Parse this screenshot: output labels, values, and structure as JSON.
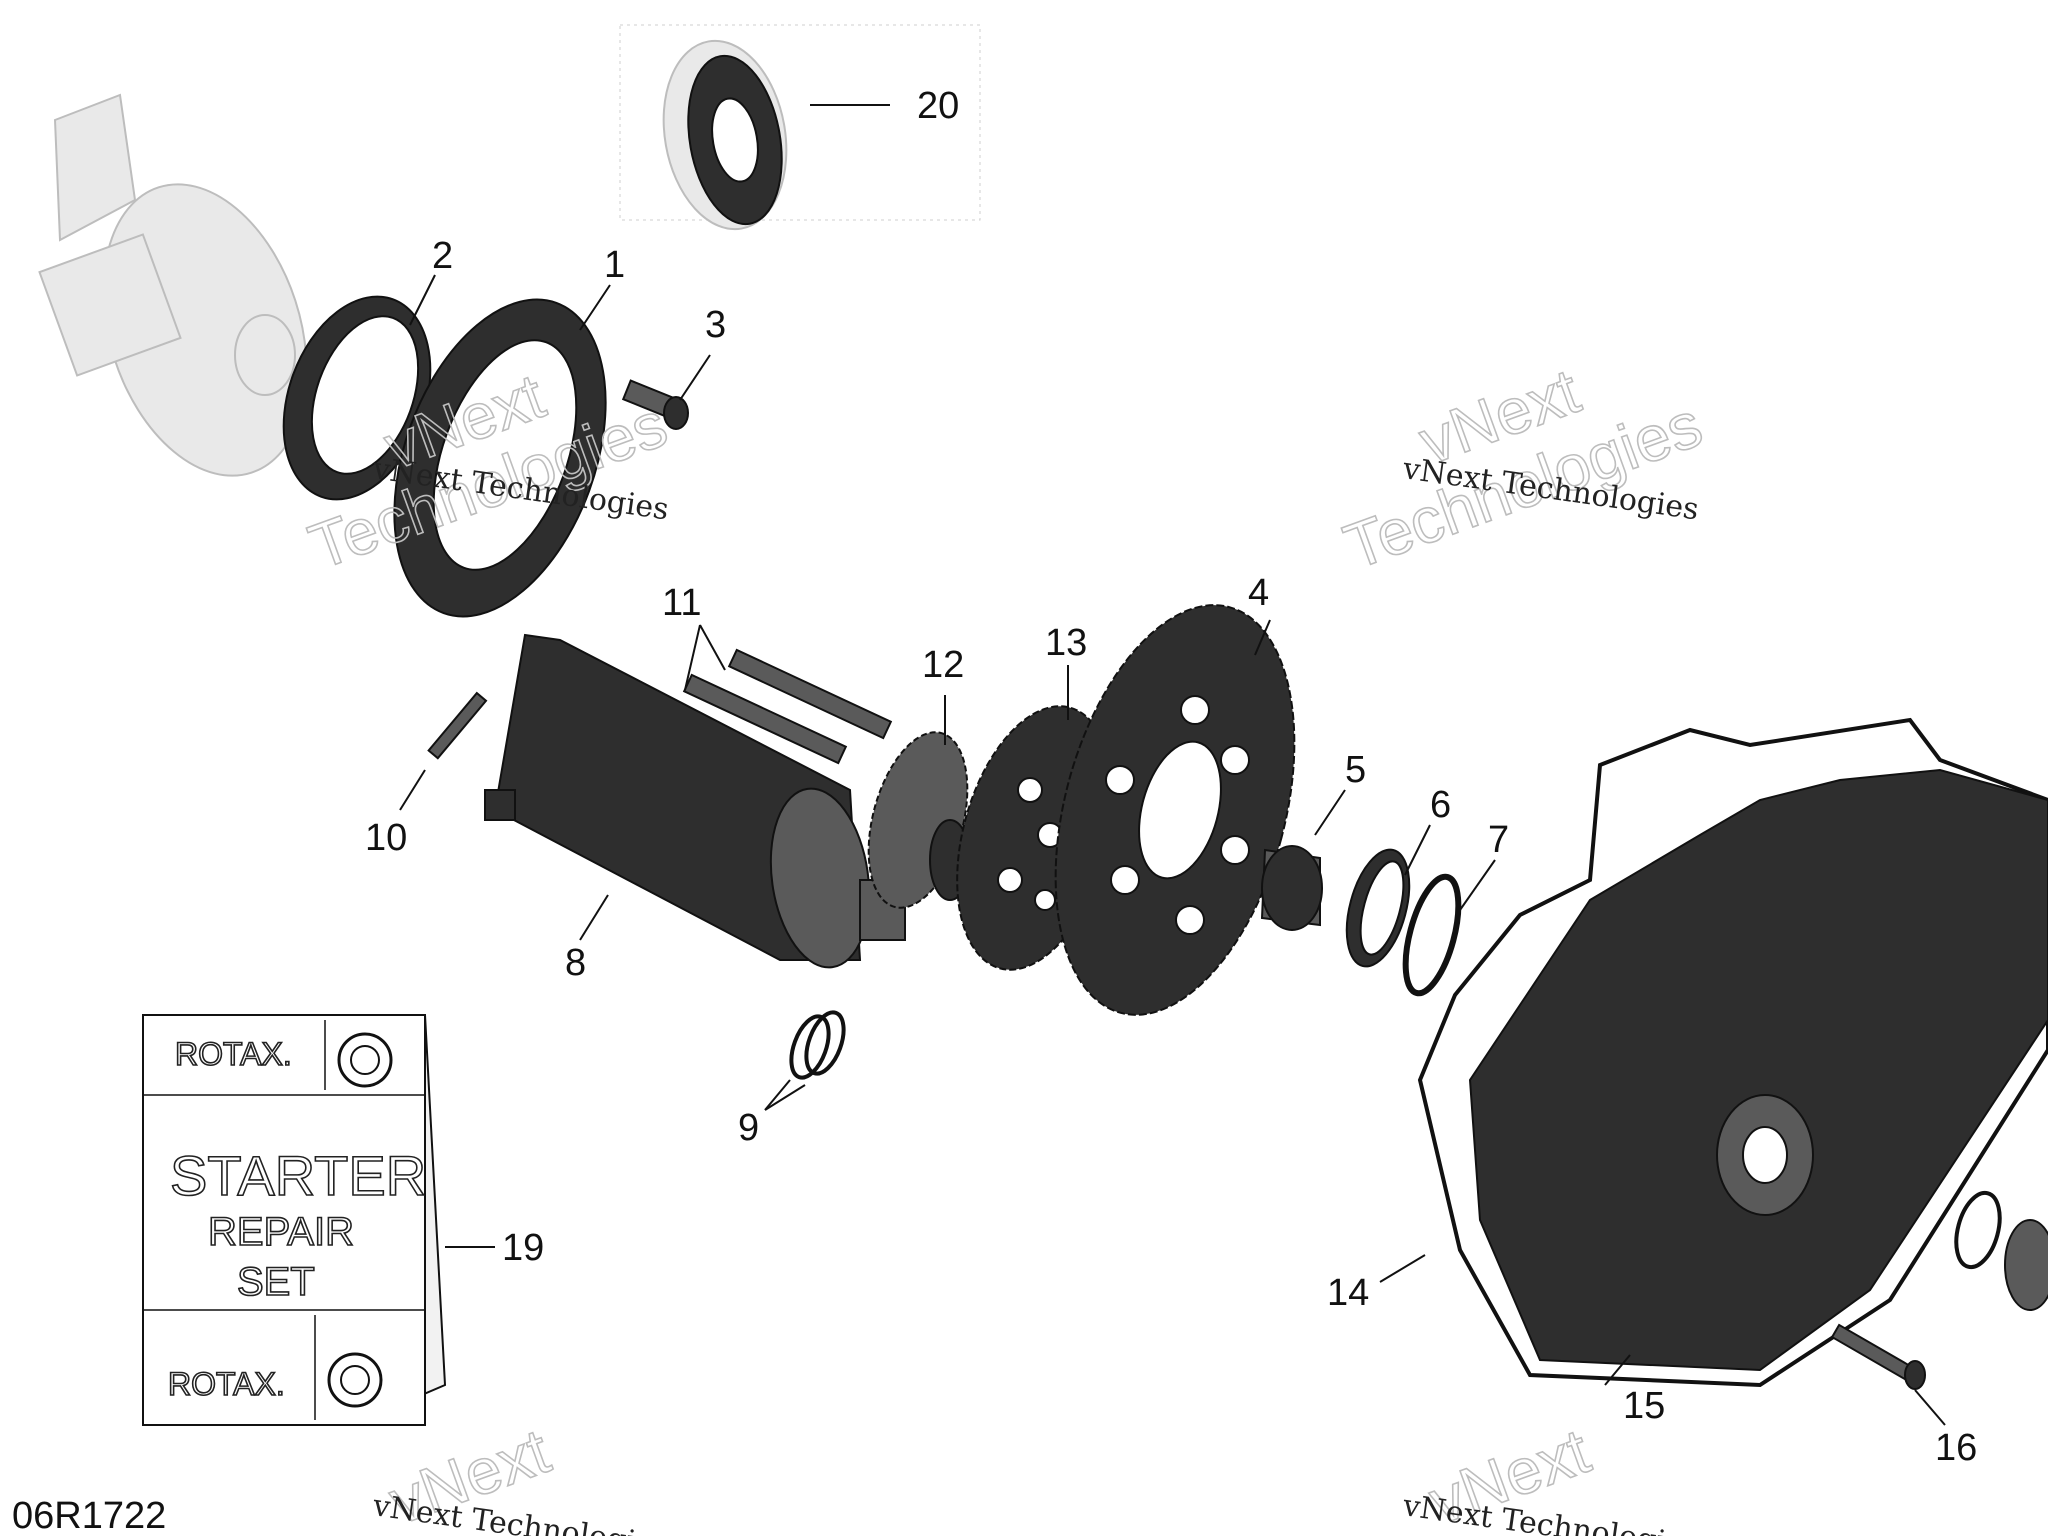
{
  "diagram_code": "06R1722",
  "watermark": {
    "line_small": "vNext Technologies",
    "line_big_1": "vNext",
    "line_big_2": "Technologies"
  },
  "callouts": [
    "1",
    "2",
    "3",
    "4",
    "5",
    "6",
    "7",
    "8",
    "9",
    "10",
    "11",
    "12",
    "13",
    "14",
    "15",
    "16",
    "19",
    "20"
  ],
  "kit_card": {
    "brand": "ROTAX.",
    "title": "STARTER",
    "subtitle_1": "REPAIR",
    "subtitle_2": "SET"
  }
}
